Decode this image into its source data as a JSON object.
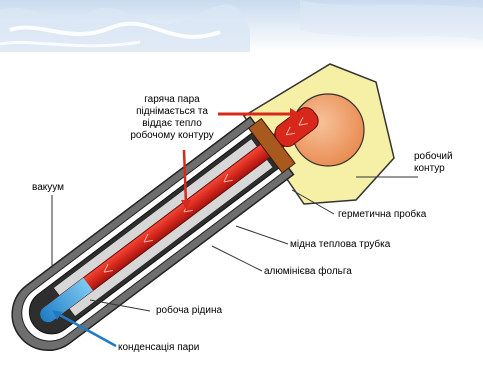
{
  "labels": {
    "hot_vapor": [
      "гаряча пара",
      "піднімається та",
      "віддає тепло",
      "робочому контуру"
    ],
    "working_circuit": [
      "робочий",
      "контур"
    ],
    "vacuum": "вакуум",
    "seal_plug": "герметична пробка",
    "copper_pipe": "мідна теплова трубка",
    "aluminum_foil": "алюмінієва фольга",
    "working_fluid": "робоча рідина",
    "vapor_condensation": "конденсація пари"
  },
  "colors": {
    "hot_red": "#d8281c",
    "fluid_blue": "#2a9fe0",
    "header_yellow": "#f6f0a6",
    "plug_brown": "#a85a1e",
    "bulb_peach": "#f2a672"
  }
}
